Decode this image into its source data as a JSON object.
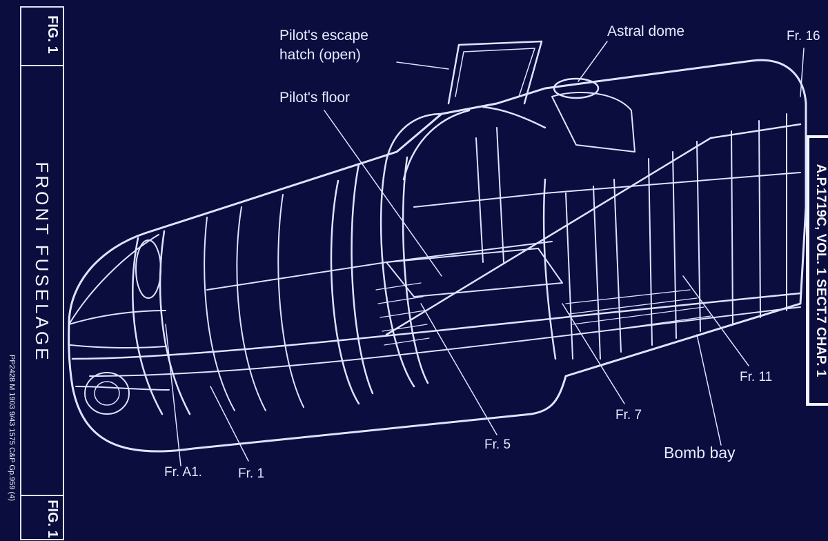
{
  "colors": {
    "background": "#0a0d3e",
    "ink": "#dde4ff",
    "frame_fill": "#f4f6ff"
  },
  "left_margin": {
    "fig_top": "FIG. 1",
    "fig_bottom": "FIG. 1",
    "title": "FRONT FUSELAGE",
    "print_code": "PP2428 M 1903 9/43 1575 C&P Gp.959 (4)"
  },
  "right_margin": {
    "reference": "A.P.1719C, VOL. 1 SECT.7 CHAP. 1"
  },
  "labels": {
    "escape_hatch": [
      "Pilot's escape",
      "hatch (open)"
    ],
    "astral_dome": "Astral dome",
    "frame_16": "Fr. 16",
    "pilots_floor": "Pilot's floor",
    "frame_a1": "Fr. A1.",
    "frame_1": "Fr. 1",
    "frame_5": "Fr. 5",
    "frame_7": "Fr. 7",
    "frame_11": "Fr. 11",
    "bomb_bay": "Bomb bay"
  }
}
